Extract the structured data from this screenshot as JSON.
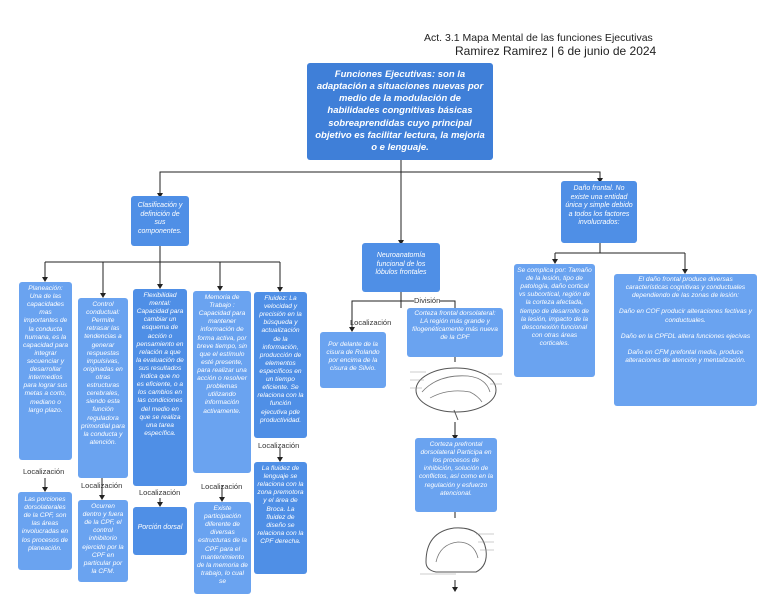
{
  "header": {
    "title": "Act. 3.1 Mapa Mental de las funciones Ejecutivas",
    "subtitle": "Ramirez Ramirez  | 6 de junio de 2024"
  },
  "main": "Funciones Ejecutivas: son la  adaptación a situaciones nuevas por medio de la modulación de habilidades congnitivas básicas sobreaprendidas cuyo principal objetivo es facilitar lectura, la mejoria o e lenguaje.",
  "clasificacion": "Clasificación y definición de sus componentes.",
  "neuroanatomia": "Neuroanatomía funcional de los lóbulos frontales",
  "dano_frontal": "Daño frontal. No existe una entidad única y simple debido a todos los factores involucrados:",
  "planeacion": "Planeación: Una de las capacidades mas importantes de la conducta humana, es la capacidad para integrar secuenciar y desarrollar intermedios para lograr sus metas a corto, mediano o largo plazo.",
  "planeacion_loc": "Las porciones dorsolaterales de la CPF, son las áreas involucradas en los procesos de planeación.",
  "control": "Control conductual: Permite retrasar las tendencias a generar respuestas impulsivas, originadas en otras estructuras cerebrales, siendo esta función reguladora primordial para la conducta y atención.",
  "control_loc": "Ocurren dentro y fuera de la CPF, el control inhibitorio ejercido por la CPF en particular por la CFM.",
  "flexibilidad": "Flexibilidad mental: Capacidad para cambiar un esquema de acción o pensamiento en relación a que la evaluación de sus resultados indica que no es eficiente, o a los cambios en las condiciones del medio en que se realiza una tarea específica.",
  "flexibilidad_loc": "Porción dorsal",
  "memoria": "Memoria de Trabajo : Capacidad para mantener información de forma activa, por breve tiempo, sin que el estímulo esté presente, para realizar una acción o resolver problemas utilizando información activamente.",
  "memoria_loc": "Existe participación diferente de diversas estructuras de la CPF para el mantenimiento de la memoria de trabajo, lo cual se",
  "fluidez": "Fluidez: La velocidad y precisión en la búsqueda y actualización de la información, producción de elementos específicos en un tiempo eficiente. Se relaciona con la función ejecutiva pde productividad.",
  "fluidez_loc": "La fluidez de lenguaje se relaciona con la zona premotora y el área de Broca. La fluidez de diseño se relaciona con la CPF derecha.",
  "neuro_loc": "Por delante de la cisura de Rolando por encima de la cisura de Silvio.",
  "corteza_frontal": "Corteza frontal dorsolateral: LA región más grande y filogenéticamente más nueva de la CPF",
  "corteza_prefrontal": "Corteza prefrontal dorsolateral Participa en los procesos de inhibición, solución de conflictos, así como en la regulación y esfuerzo atencional.",
  "complica": "Se  complica por: Tamaño de la lesión, tipo de patología, daño cortical vs subcortical, región de la corteza afectada, tiempo de desarrollo de la lesión, impacto de la desconexión funcional con otras áreas corticales.",
  "dano_diversas": "El daño frontal produce diversas características cognitivas y conductuales dependiendo de las zonas de lesión:\n\nDaño en COF producir alteraciones fectivas y conductuales.\n\nDaño en la CPFDL altera funciones ejecivas\n\nDaño en CFM prefontal media, produce alteraciones de atención y mentalización.",
  "labels": {
    "localizacion": "Localización",
    "division": "División"
  },
  "colors": {
    "box": "#4f8fe6",
    "main": "#3f7fd8",
    "line": "#222222"
  }
}
